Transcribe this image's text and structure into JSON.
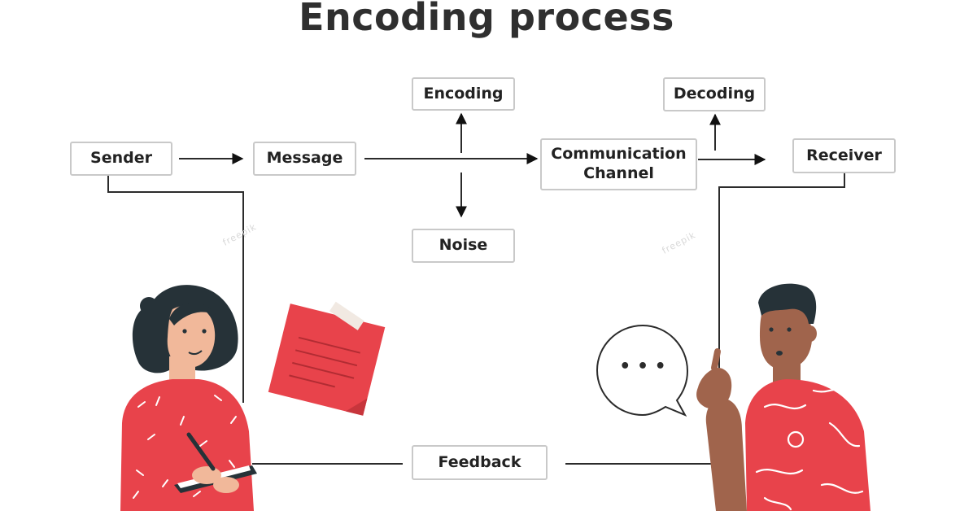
{
  "title": "Encoding process",
  "nodes": {
    "sender": "Sender",
    "message": "Message",
    "encoding": "Encoding",
    "noise": "Noise",
    "channel_line1": "Communication",
    "channel_line2": "Channel",
    "decoding": "Decoding",
    "receiver": "Receiver",
    "feedback": "Feedback"
  },
  "speech_bubble": "• • •",
  "watermark": "freepik",
  "colors": {
    "accent_red": "#e8434b",
    "hair": "#263238",
    "skin_woman": "#f1b89a",
    "skin_man": "#a0644c",
    "line": "#2b2b2b",
    "box_border": "#c9c9c9"
  }
}
